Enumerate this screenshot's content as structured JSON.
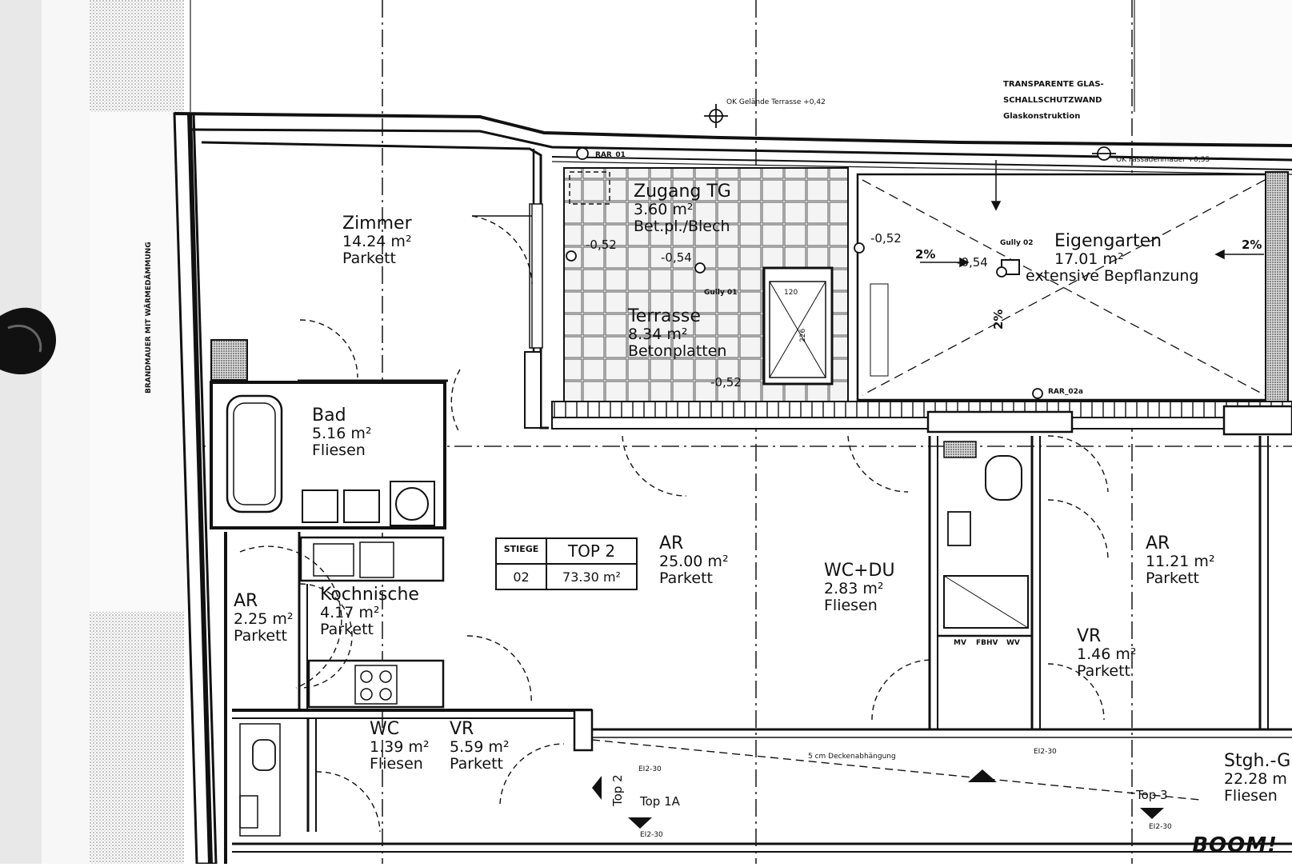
{
  "rooms": {
    "zimmer": {
      "name": "Zimmer",
      "area": "14.24 m²",
      "floor": "Parkett"
    },
    "zugang": {
      "name": "Zugang TG",
      "area": "3.60 m²",
      "floor": "Bet.pl./Blech"
    },
    "terrasse": {
      "name": "Terrasse",
      "area": "8.34 m²",
      "floor": "Betonplatten"
    },
    "eigengarten": {
      "name": "Eigengarten",
      "area": "17.01 m²",
      "floor": "extensive Bepflanzung"
    },
    "bad": {
      "name": "Bad",
      "area": "5.16 m²",
      "floor": "Fliesen"
    },
    "ar_main": {
      "name": "AR",
      "area": "25.00 m²",
      "floor": "Parkett"
    },
    "wc_du": {
      "name": "WC+DU",
      "area": "2.83 m²",
      "floor": "Fliesen"
    },
    "ar_right": {
      "name": "AR",
      "area": "11.21 m²",
      "floor": "Parkett"
    },
    "ar_small": {
      "name": "AR",
      "area": "2.25 m²",
      "floor": "Parkett"
    },
    "kochnische": {
      "name": "Kochnische",
      "area": "4.17 m²",
      "floor": "Parkett"
    },
    "vr_right": {
      "name": "VR",
      "area": "1.46 m²",
      "floor": "Parkett"
    },
    "wc": {
      "name": "WC",
      "area": "1.39 m²",
      "floor": "Fliesen"
    },
    "vr": {
      "name": "VR",
      "area": "5.59 m²",
      "floor": "Parkett"
    },
    "stiegenhaus": {
      "name": "Stgh.-G",
      "area": "22.28 m",
      "floor": "Fliesen"
    }
  },
  "unit_box": {
    "stiege_label": "STIEGE",
    "stiege_no": "02",
    "top_label": "TOP 2",
    "top_area": "73.30 m²"
  },
  "levels": {
    "l1": "-0,52",
    "l2": "-0,54",
    "l3": "-0,52",
    "l4": "-0,52",
    "l5": "-0,54",
    "ok_gelaende": "OK Gelände Terrasse +0,42",
    "ok_fassade": "OK Fassadenmauer +0,35"
  },
  "slopes": {
    "s1": "2%",
    "s2": "2%",
    "s3": "2%"
  },
  "annotations": {
    "glas_1": "TRANSPARENTE GLAS-",
    "glas_2": "SCHALLSCHUTZWAND",
    "glas_3": "Glaskonstruktion",
    "rar1": "RAR_01",
    "rar2": "RAR_02a",
    "gully1": "Gully 01",
    "gully2": "Gully 02",
    "n120": "120",
    "n226": "226",
    "brandmauer": "BRANDMAUER MIT WÄRMEDÄMMUNG",
    "top2": "Top 2",
    "top1a": "Top 1A",
    "top3": "Top 3",
    "decken": "5 cm Deckenabhängung",
    "ei30a": "EI2-30",
    "ei30b": "EI2-30",
    "ei30c": "EI2-30",
    "ei30d": "EI2-30",
    "mv": "MV",
    "fbhv": "FBHV",
    "wv": "WV"
  },
  "logo": "BOOM!"
}
